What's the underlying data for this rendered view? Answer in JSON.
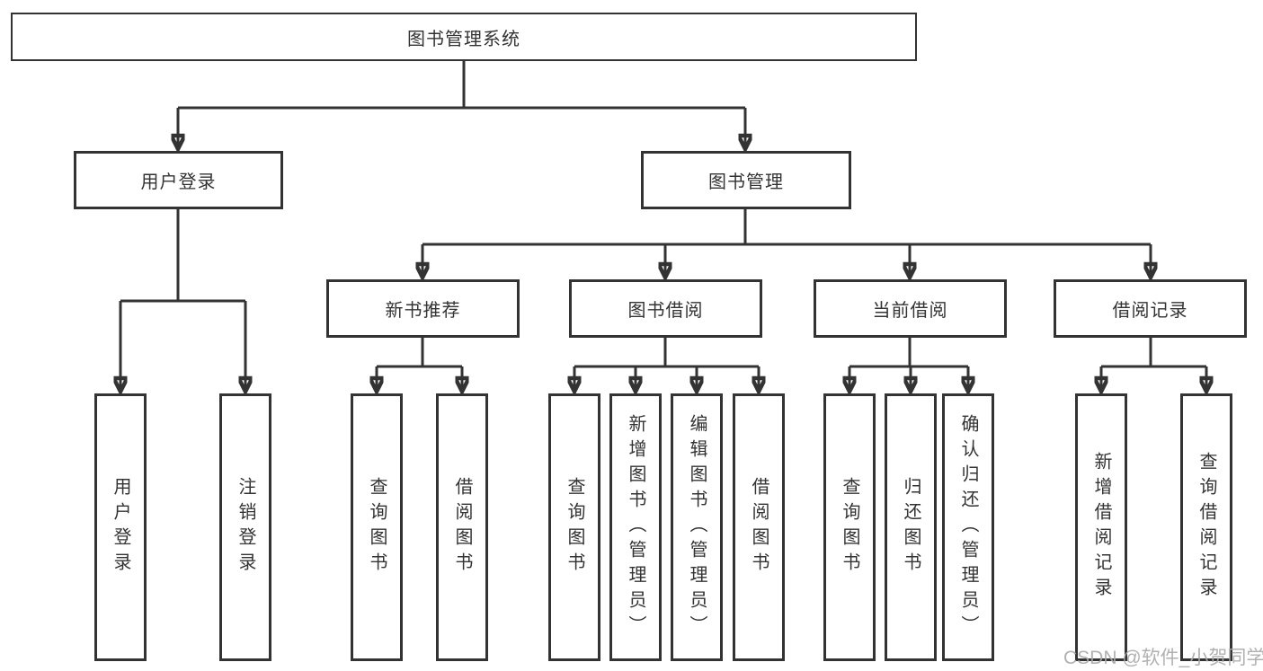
{
  "diagram": {
    "root": {
      "label": "图书管理系统"
    },
    "branches": [
      {
        "label": "用户登录",
        "children": [
          {
            "label": "用户登录"
          },
          {
            "label": "注销登录"
          }
        ]
      },
      {
        "label": "图书管理",
        "children": [
          {
            "label": "新书推荐",
            "children": [
              {
                "label": "查询图书"
              },
              {
                "label": "借阅图书"
              }
            ]
          },
          {
            "label": "图书借阅",
            "children": [
              {
                "label": "查询图书"
              },
              {
                "label": "新增图书（管理员）"
              },
              {
                "label": "编辑图书（管理员）"
              },
              {
                "label": "借阅图书"
              }
            ]
          },
          {
            "label": "当前借阅",
            "children": [
              {
                "label": "查询图书"
              },
              {
                "label": "归还图书"
              },
              {
                "label": "确认归还（管理员）"
              }
            ]
          },
          {
            "label": "借阅记录",
            "children": [
              {
                "label": "新增借阅记录"
              },
              {
                "label": "查询借阅记录"
              }
            ]
          }
        ]
      }
    ],
    "colors": {
      "line": "#333333",
      "box_border": "#333333",
      "text": "#333333",
      "background": "#ffffff",
      "watermark": "#a8a8a8"
    }
  },
  "watermark": {
    "text": "CSDN @软件_小贺同学"
  }
}
